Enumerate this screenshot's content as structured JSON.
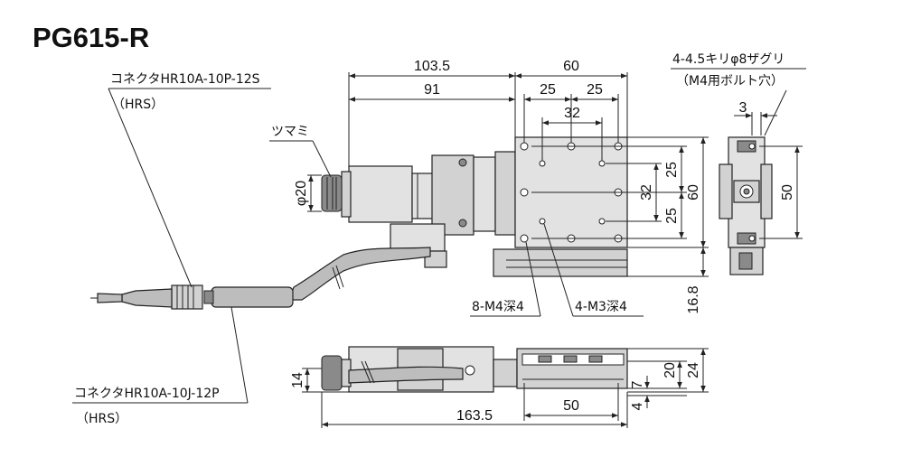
{
  "title": "PG615-R",
  "labels": {
    "connector_top": "コネクタHR10A-10P-12S",
    "connector_top_maker": "（HRS）",
    "knob": "ツマミ",
    "connector_bottom": "コネクタHR10A-10J-12P",
    "connector_bottom_maker": "（HRS）",
    "holes_m4": "8-M4深4",
    "holes_m3": "4-M3深4",
    "side_holes_1": "4-4.5キリφ8ザグリ",
    "side_holes_2": "（M4用ボルト穴）"
  },
  "dimensions": {
    "d103_5": "103.5",
    "d60_top": "60",
    "d91": "91",
    "d25_a": "25",
    "d25_b": "25",
    "d32_top": "32",
    "d25_right_a": "25",
    "d32_right": "32",
    "d25_right_b": "25",
    "d60_right": "60",
    "d16_8": "16.8",
    "phi20": "φ20",
    "d3": "3",
    "d50_side": "50",
    "d14": "14",
    "d20": "20",
    "d24": "24",
    "d7": "7",
    "d4": "4",
    "d163_5": "163.5",
    "d50_bottom": "50"
  }
}
